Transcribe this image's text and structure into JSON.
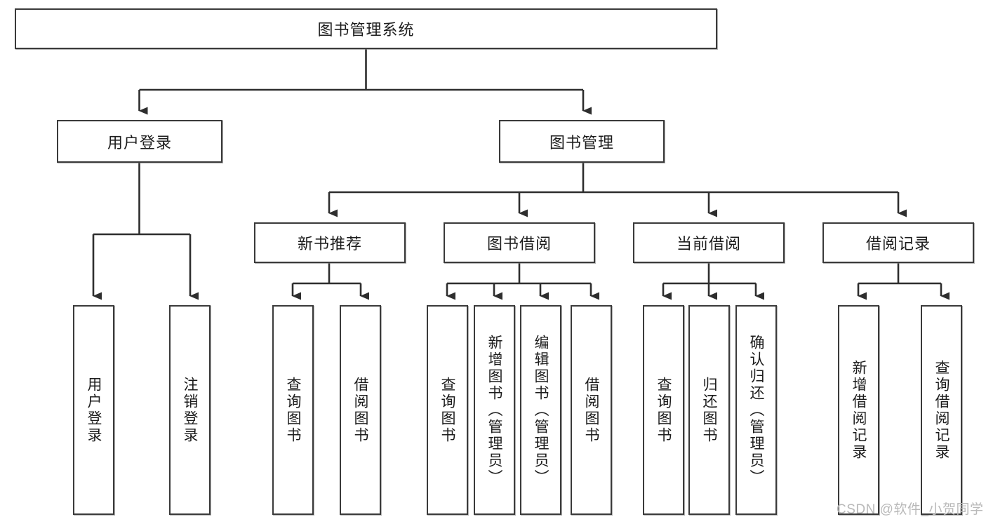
{
  "diagram": {
    "type": "tree",
    "title": "图书管理系统",
    "watermark": "CSDN @软件_小贺同学",
    "root": {
      "id": "root",
      "label": "图书管理系统"
    },
    "level2": [
      {
        "id": "user-login",
        "label": "用户登录"
      },
      {
        "id": "book-manage",
        "label": "图书管理"
      }
    ],
    "level3": [
      {
        "id": "new-book-recommend",
        "label": "新书推荐",
        "parent": "book-manage"
      },
      {
        "id": "book-borrow",
        "label": "图书借阅",
        "parent": "book-manage"
      },
      {
        "id": "current-borrow",
        "label": "当前借阅",
        "parent": "book-manage"
      },
      {
        "id": "borrow-record",
        "label": "借阅记录",
        "parent": "book-manage"
      }
    ],
    "leaves": [
      {
        "id": "leaf-user-login",
        "label": "用户登录",
        "parent": "user-login"
      },
      {
        "id": "leaf-user-logout",
        "label": "注销登录",
        "parent": "user-login"
      },
      {
        "id": "leaf-query-book-1",
        "label": "查询图书",
        "parent": "new-book-recommend"
      },
      {
        "id": "leaf-borrow-book-1",
        "label": "借阅图书",
        "parent": "new-book-recommend"
      },
      {
        "id": "leaf-query-book-2",
        "label": "查询图书",
        "parent": "book-borrow"
      },
      {
        "id": "leaf-add-book",
        "label": "新增图书（管理员）",
        "parent": "book-borrow"
      },
      {
        "id": "leaf-edit-book",
        "label": "编辑图书（管理员）",
        "parent": "book-borrow"
      },
      {
        "id": "leaf-borrow-book-2",
        "label": "借阅图书",
        "parent": "book-borrow"
      },
      {
        "id": "leaf-query-book-3",
        "label": "查询图书",
        "parent": "current-borrow"
      },
      {
        "id": "leaf-return-book",
        "label": "归还图书",
        "parent": "current-borrow"
      },
      {
        "id": "leaf-confirm-return",
        "label": "确认归还（管理员）",
        "parent": "current-borrow"
      },
      {
        "id": "leaf-add-record",
        "label": "新增借阅记录",
        "parent": "borrow-record"
      },
      {
        "id": "leaf-query-record",
        "label": "查询借阅记录",
        "parent": "borrow-record"
      }
    ],
    "colors": {
      "stroke": "#3a3a3a",
      "text": "#1c1c1c",
      "background": "#ffffff",
      "watermark": "#b9b9b9"
    }
  }
}
